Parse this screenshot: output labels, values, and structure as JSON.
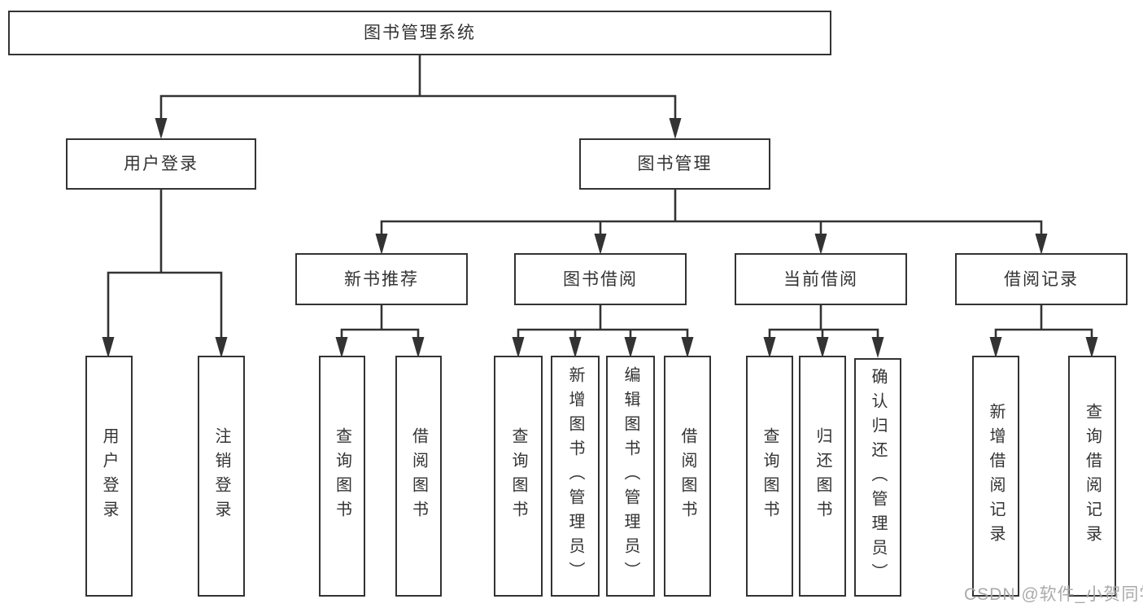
{
  "diagram_title": "图书管理系统",
  "watermark": "CSDN @软件_小贺同学",
  "nodes": {
    "root": "图书管理系统",
    "user_login_group": "用户登录",
    "book_management": "图书管理",
    "user_login": "用户登录",
    "logout": "注销登录",
    "new_book_recommend": "新书推荐",
    "book_borrowing": "图书借阅",
    "current_borrowing": "当前借阅",
    "borrowing_records": "借阅记录",
    "nb_query_books": "查询图书",
    "nb_borrow_books": "借阅图书",
    "bb_query_books": "查询图书",
    "bb_add_books_admin": "新增图书（管理员）",
    "bb_edit_books_admin": "编辑图书（管理员）",
    "bb_borrow_books": "借阅图书",
    "cb_query_books": "查询图书",
    "cb_return_books": "归还图书",
    "cb_confirm_return_admin": "确认归还（管理员）",
    "br_add_record": "新增借阅记录",
    "br_query_record": "查询借阅记录"
  },
  "colors": {
    "line": "#333333",
    "box_border": "#333333",
    "text": "#333333",
    "background": "#ffffff",
    "watermark": "#9b9b9b"
  }
}
